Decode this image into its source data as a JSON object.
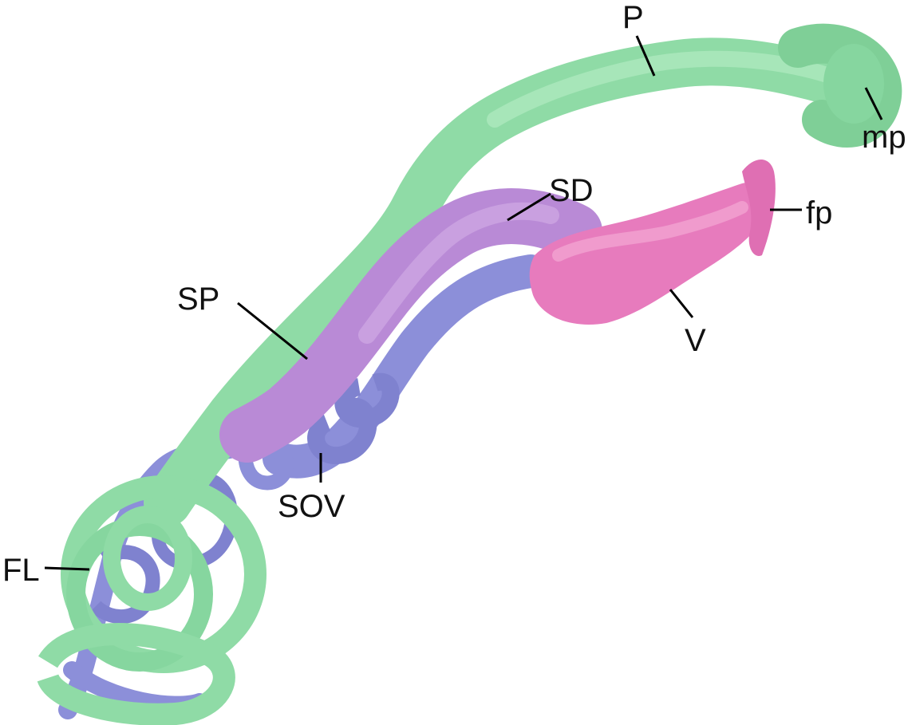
{
  "colors": {
    "green": "#8fdba6",
    "green_dark": "#5fae78",
    "purple": "#b98ad6",
    "purple_dark": "#8f5fb4",
    "blue": "#8c8fd9",
    "blue_dark": "#5b5fb2",
    "pink": "#e77bbd",
    "pink_dark": "#b44f8c"
  },
  "labels": {
    "P": "P",
    "mp": "mp",
    "SD": "SD",
    "fp": "fp",
    "SP": "SP",
    "V": "V",
    "SOV": "SOV",
    "FL": "FL"
  }
}
